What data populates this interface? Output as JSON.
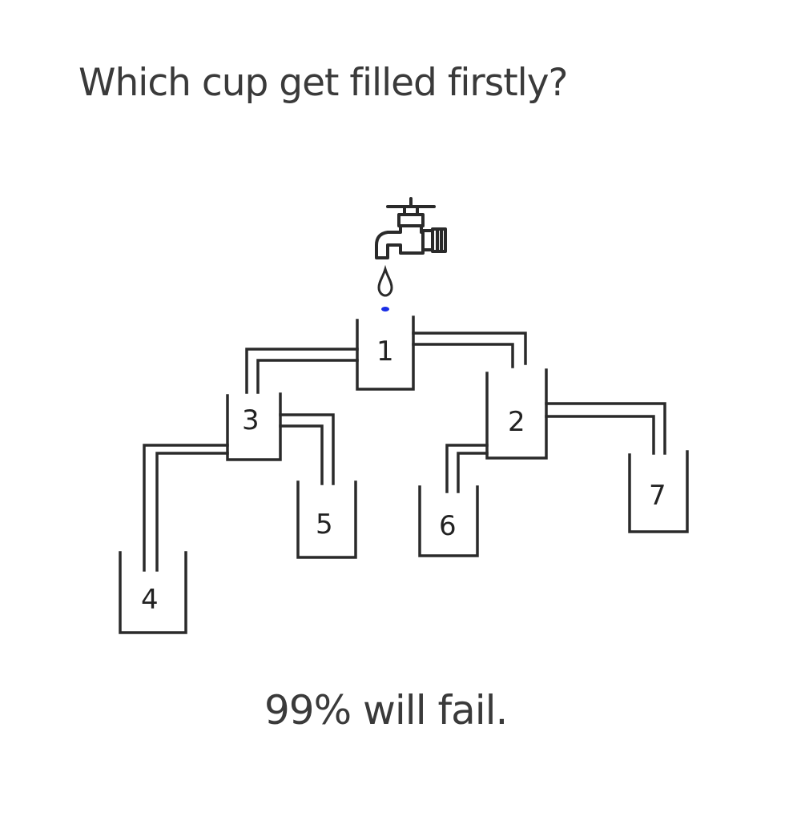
{
  "title": "Which cup get filled firstly?",
  "footer": "99% will fail.",
  "cups": [
    {
      "id": "cup-1",
      "label": "1"
    },
    {
      "id": "cup-2",
      "label": "2"
    },
    {
      "id": "cup-3",
      "label": "3"
    },
    {
      "id": "cup-4",
      "label": "4"
    },
    {
      "id": "cup-5",
      "label": "5"
    },
    {
      "id": "cup-6",
      "label": "6"
    },
    {
      "id": "cup-7",
      "label": "7"
    }
  ],
  "icons": {
    "faucet": "faucet-icon",
    "drop": "water-drop-icon"
  },
  "colors": {
    "line": "#2a2a2a",
    "text": "#3a3a3a",
    "accent_dot": "#1a2ee6"
  }
}
